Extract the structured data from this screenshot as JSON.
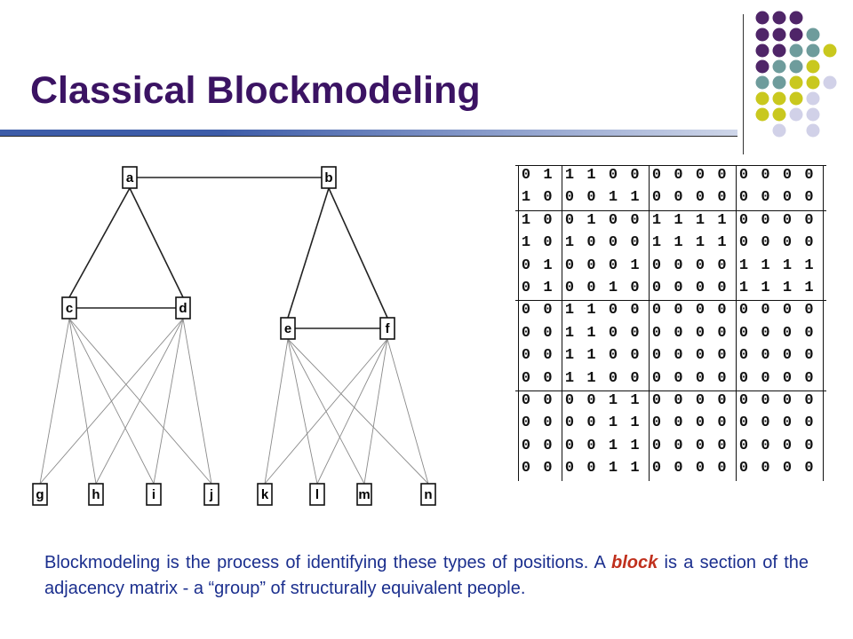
{
  "slide": {
    "title": "Classical Blockmodeling",
    "caption_before": "Blockmodeling is the process of identifying these types of positions. A ",
    "caption_emphasis": "block",
    "caption_after": " is a section of the adjacency matrix - a “group” of structurally equivalent people."
  },
  "decoration": {
    "dot_colors": {
      "purple": "#4f2568",
      "teal": "#6e9c9c",
      "lime": "#c9c81e",
      "lavender": "#d1d1e8"
    },
    "rule_color": "#3d5ca8",
    "title_color": "#3b1363",
    "caption_color": "#1b2f8e",
    "emphasis_color": "#c0301d"
  },
  "graph": {
    "nodes": [
      "a",
      "b",
      "c",
      "d",
      "e",
      "f",
      "g",
      "h",
      "i",
      "j",
      "k",
      "l",
      "m",
      "n"
    ],
    "edges": [
      [
        "a",
        "b"
      ],
      [
        "a",
        "c"
      ],
      [
        "a",
        "d"
      ],
      [
        "b",
        "e"
      ],
      [
        "b",
        "f"
      ],
      [
        "c",
        "d"
      ],
      [
        "e",
        "f"
      ],
      [
        "c",
        "g"
      ],
      [
        "c",
        "h"
      ],
      [
        "c",
        "i"
      ],
      [
        "c",
        "j"
      ],
      [
        "d",
        "g"
      ],
      [
        "d",
        "h"
      ],
      [
        "d",
        "i"
      ],
      [
        "d",
        "j"
      ],
      [
        "e",
        "k"
      ],
      [
        "e",
        "l"
      ],
      [
        "e",
        "m"
      ],
      [
        "e",
        "n"
      ],
      [
        "f",
        "k"
      ],
      [
        "f",
        "l"
      ],
      [
        "f",
        "m"
      ],
      [
        "f",
        "n"
      ]
    ]
  },
  "matrix": {
    "rows": [
      "0 1 1 1 0 0 0 0 0 0 0 0 0 0",
      "1 0 0 0 1 1 0 0 0 0 0 0 0 0",
      "1 0 0 1 0 0 1 1 1 1 0 0 0 0",
      "1 0 1 0 0 0 1 1 1 1 0 0 0 0",
      "0 1 0 0 0 1 0 0 0 0 1 1 1 1",
      "0 1 0 0 1 0 0 0 0 0 1 1 1 1",
      "0 0 1 1 0 0 0 0 0 0 0 0 0 0",
      "0 0 1 1 0 0 0 0 0 0 0 0 0 0",
      "0 0 1 1 0 0 0 0 0 0 0 0 0 0",
      "0 0 1 1 0 0 0 0 0 0 0 0 0 0",
      "0 0 0 0 1 1 0 0 0 0 0 0 0 0",
      "0 0 0 0 1 1 0 0 0 0 0 0 0 0",
      "0 0 0 0 1 1 0 0 0 0 0 0 0 0",
      "0 0 0 0 1 1 0 0 0 0 0 0 0 0"
    ]
  }
}
